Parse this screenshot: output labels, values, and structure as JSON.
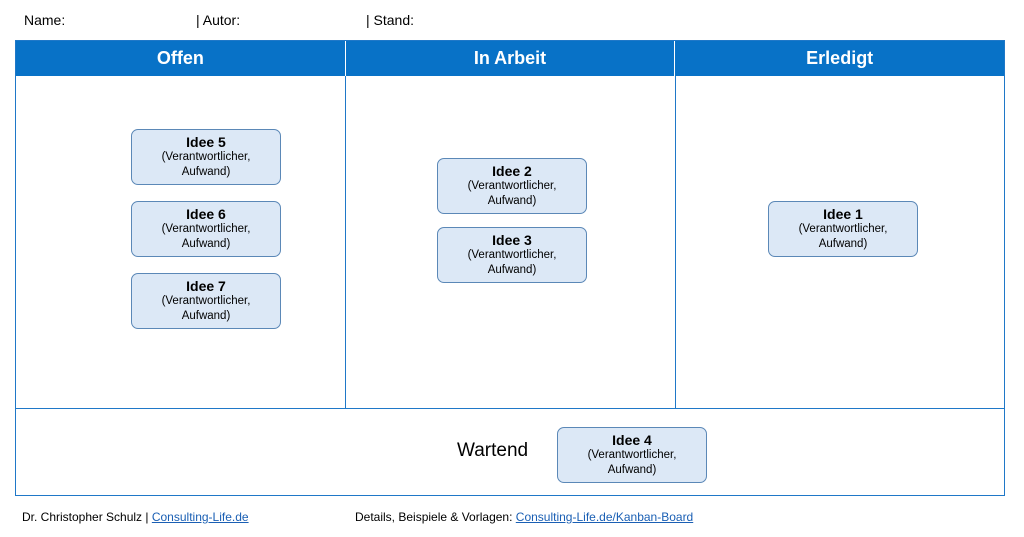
{
  "meta": {
    "name_label": "Name:",
    "author_label": "| Autor:",
    "status_label": "| Stand:"
  },
  "columns": [
    {
      "title": "Offen"
    },
    {
      "title": "In Arbeit"
    },
    {
      "title": "Erledigt"
    }
  ],
  "cards": {
    "idee5": {
      "title": "Idee 5",
      "line1": "(Verantwortlicher,",
      "line2": "Aufwand)"
    },
    "idee6": {
      "title": "Idee 6",
      "line1": "(Verantwortlicher,",
      "line2": "Aufwand)"
    },
    "idee7": {
      "title": "Idee 7",
      "line1": "(Verantwortlicher,",
      "line2": "Aufwand)"
    },
    "idee2": {
      "title": "Idee 2",
      "line1": "(Verantwortlicher,",
      "line2": "Aufwand)"
    },
    "idee3": {
      "title": "Idee 3",
      "line1": "(Verantwortlicher,",
      "line2": "Aufwand)"
    },
    "idee1": {
      "title": "Idee 1",
      "line1": "(Verantwortlicher,",
      "line2": "Aufwand)"
    },
    "idee4": {
      "title": "Idee 4",
      "line1": "(Verantwortlicher,",
      "line2": "Aufwand)"
    }
  },
  "waiting": {
    "label": "Wartend"
  },
  "footer": {
    "author_text": "Dr. Christopher Schulz |",
    "author_link": "Consulting-Life.de",
    "details_text": "Details, Beispiele & Vorlagen:",
    "details_link": "Consulting-Life.de/Kanban-Board"
  },
  "colors": {
    "header": "#0872c7",
    "border": "#1f78c8",
    "card_fill": "#dce8f6",
    "card_border": "#5b88b7"
  }
}
